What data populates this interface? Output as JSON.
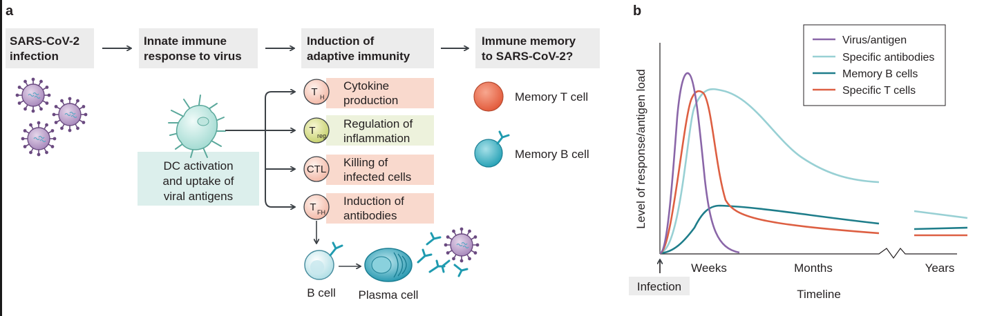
{
  "panel_a": {
    "letter": "a",
    "stages": {
      "s1": [
        "SARS-CoV-2",
        "infection"
      ],
      "s2": [
        "Innate immune",
        "response to virus"
      ],
      "s3": [
        "Induction of",
        "adaptive immunity"
      ],
      "s4": [
        "Immune memory",
        "to SARS-CoV-2?"
      ]
    },
    "dc_box": [
      "DC activation",
      "and uptake of",
      "viral antigens"
    ],
    "tcells": [
      {
        "main": "T",
        "sub": "H",
        "text": [
          "Cytokine",
          "production"
        ],
        "fill": "#f9d9cd"
      },
      {
        "main": "T",
        "sub": "reg",
        "text": [
          "Regulation of",
          "inflammation"
        ],
        "fill": "#edf2dc"
      },
      {
        "main": "CTL",
        "sub": "",
        "text": [
          "Killing of",
          "infected cells"
        ],
        "fill": "#f9d9cd"
      },
      {
        "main": "T",
        "sub": "FH",
        "text": [
          "Induction of",
          "antibodies"
        ],
        "fill": "#f9d9cd"
      }
    ],
    "b_cell": "B cell",
    "plasma_cell": "Plasma cell",
    "memory_t": "Memory T cell",
    "memory_b": "Memory B cell"
  },
  "panel_b": {
    "letter": "b",
    "infection_label": "Infection",
    "chart_data": {
      "type": "line",
      "title": "",
      "ylabel": "Level of response/antigen load",
      "xlabel": "Timeline",
      "x_tick_labels": [
        "Weeks",
        "Months",
        "Years"
      ],
      "x_axis_break": "between Months and Years",
      "legend_placement": "top-right",
      "grid": false,
      "series": [
        {
          "name": "Virus/antigen",
          "color": "#8a66a8"
        },
        {
          "name": "Specific antibodies",
          "color": "#98d0d4"
        },
        {
          "name": "Memory B cells",
          "color": "#1e7d8a"
        },
        {
          "name": "Specific T cells",
          "color": "#dd5f42"
        }
      ]
    }
  }
}
